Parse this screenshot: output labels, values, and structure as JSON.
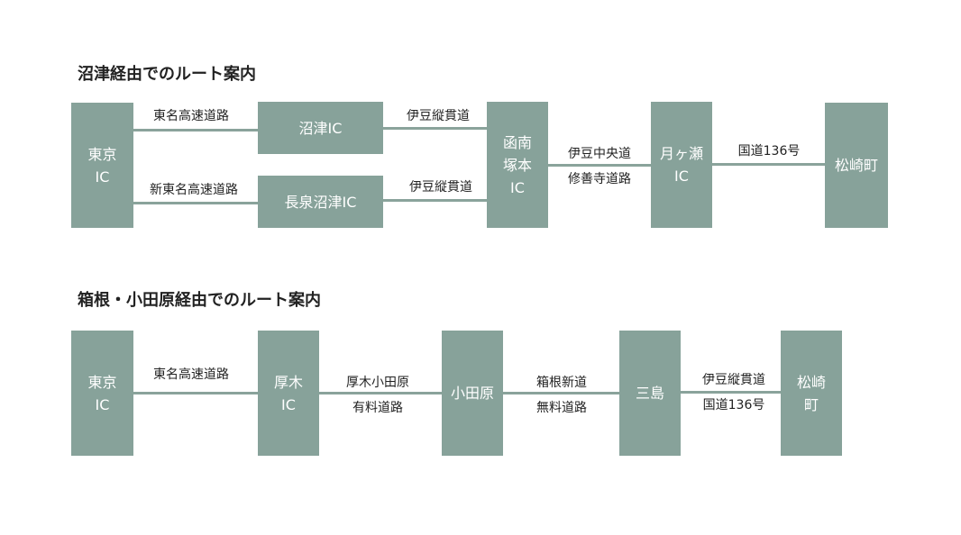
{
  "route1": {
    "title": "沼津経由でのルート案内",
    "nodes": {
      "tokyo_ic": "東京\nIC",
      "numazu_ic": "沼津IC",
      "nagaizumi_numazu_ic": "長泉沼津IC",
      "kannami_tsukamoto_ic": "函南\n塚本\nIC",
      "tsukigase_ic": "月ヶ瀬\nIC",
      "matsuzaki": "松崎町"
    },
    "roads": {
      "tomei": "東名高速道路",
      "shin_tomei": "新東名高速道路",
      "izu_jukan_1": "伊豆縦貫道",
      "izu_jukan_2": "伊豆縦貫道",
      "izu_chuo": "伊豆中央道\n修善寺道路",
      "route136": "国道136号"
    }
  },
  "route2": {
    "title": "箱根・小田原経由でのルート案内",
    "nodes": {
      "tokyo_ic": "東京\nIC",
      "atsugi_ic": "厚木\nIC",
      "odawara": "小田原",
      "mishima": "三島",
      "matsuzaki": "松崎\n町"
    },
    "roads": {
      "tomei": "東名高速道路",
      "atsugi_odawara": "厚木小田原\n有料道路",
      "hakone_shindo": "箱根新道\n無料道路",
      "izu_route136": "伊豆縦貫道\n国道136号"
    }
  }
}
